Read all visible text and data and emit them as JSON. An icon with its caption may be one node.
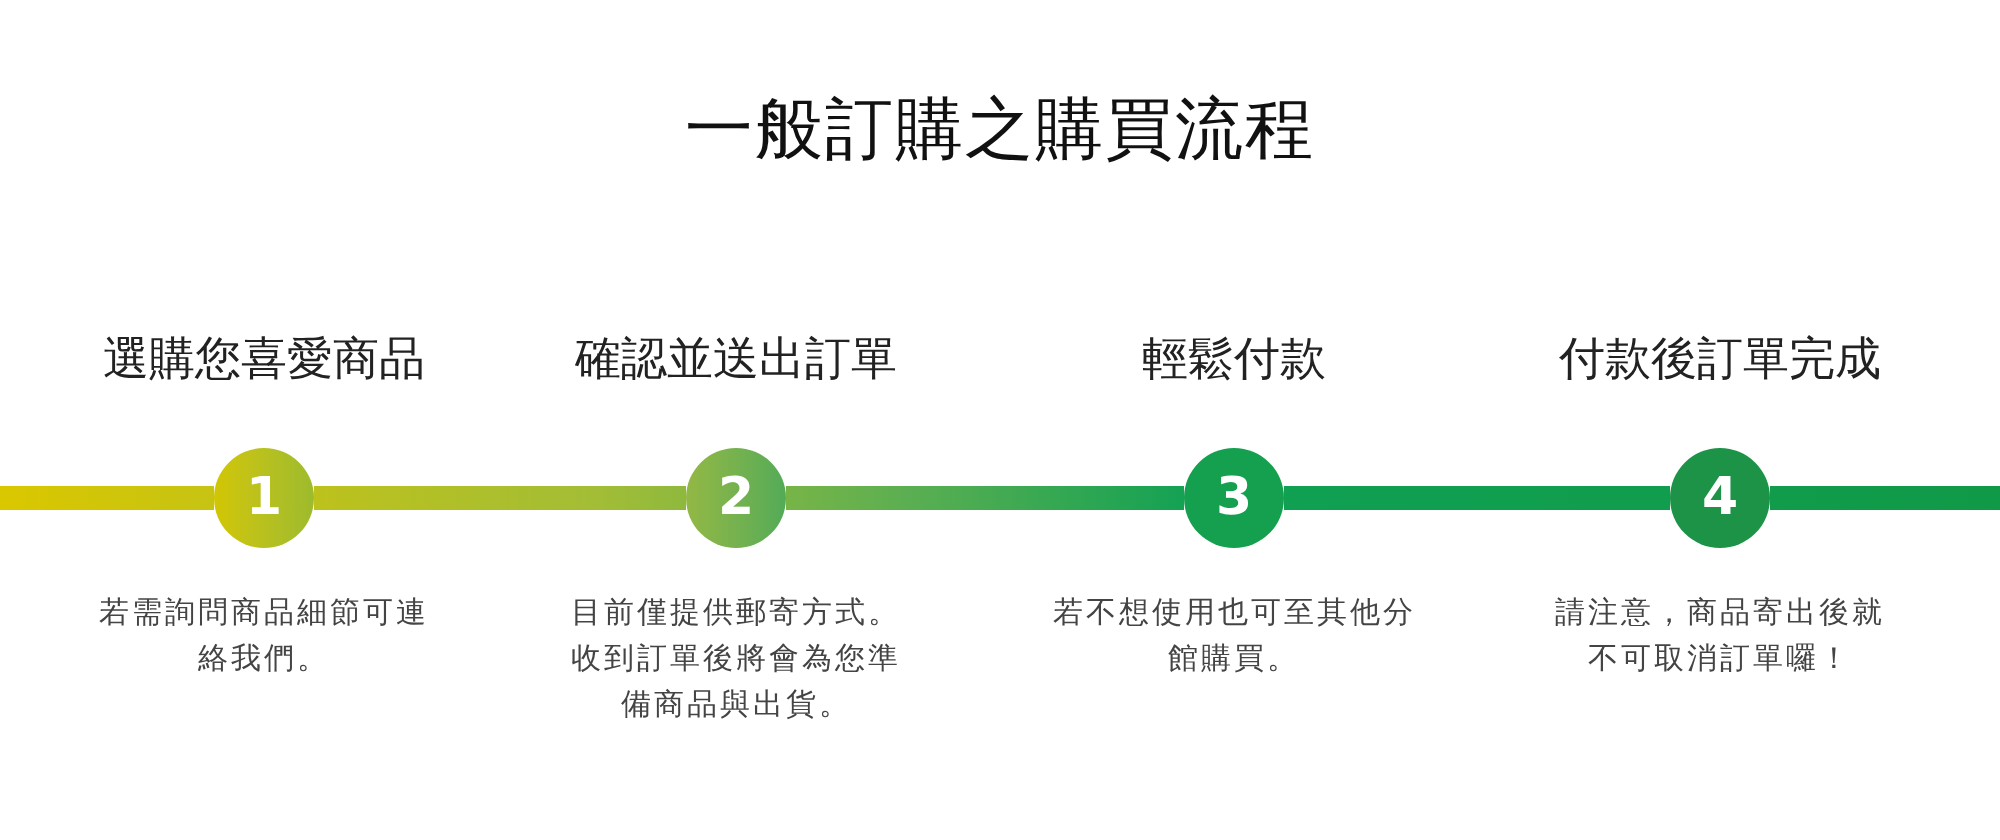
{
  "diagram": {
    "title": "一般訂購之購買流程",
    "nodes": [
      {
        "text": [
          "1"
        ],
        "beside": [
          "選購您喜愛商品",
          "若需詢問商品細節可連絡我們。"
        ]
      },
      {
        "text": [
          "2"
        ],
        "beside": [
          "確認並送出訂單",
          "目前僅提供郵寄方式。收到訂單後將會為您準備商品與出貨。"
        ]
      },
      {
        "text": [
          "3"
        ],
        "beside": [
          "輕鬆付款",
          "若不想使用也可至其他分館購買。"
        ]
      },
      {
        "text": [
          "4"
        ],
        "beside": [
          "付款後訂單完成",
          "請注意，商品寄出後就不可取消訂單囉！"
        ]
      }
    ],
    "edges": [
      {
        "from": null,
        "to": 0,
        "arrow": "none"
      },
      {
        "from": 0,
        "to": 1,
        "arrow": "none"
      },
      {
        "from": 1,
        "to": 2,
        "arrow": "none"
      },
      {
        "from": 2,
        "to": 3,
        "arrow": "none"
      },
      {
        "from": 3,
        "to": null,
        "arrow": "none"
      }
    ]
  }
}
